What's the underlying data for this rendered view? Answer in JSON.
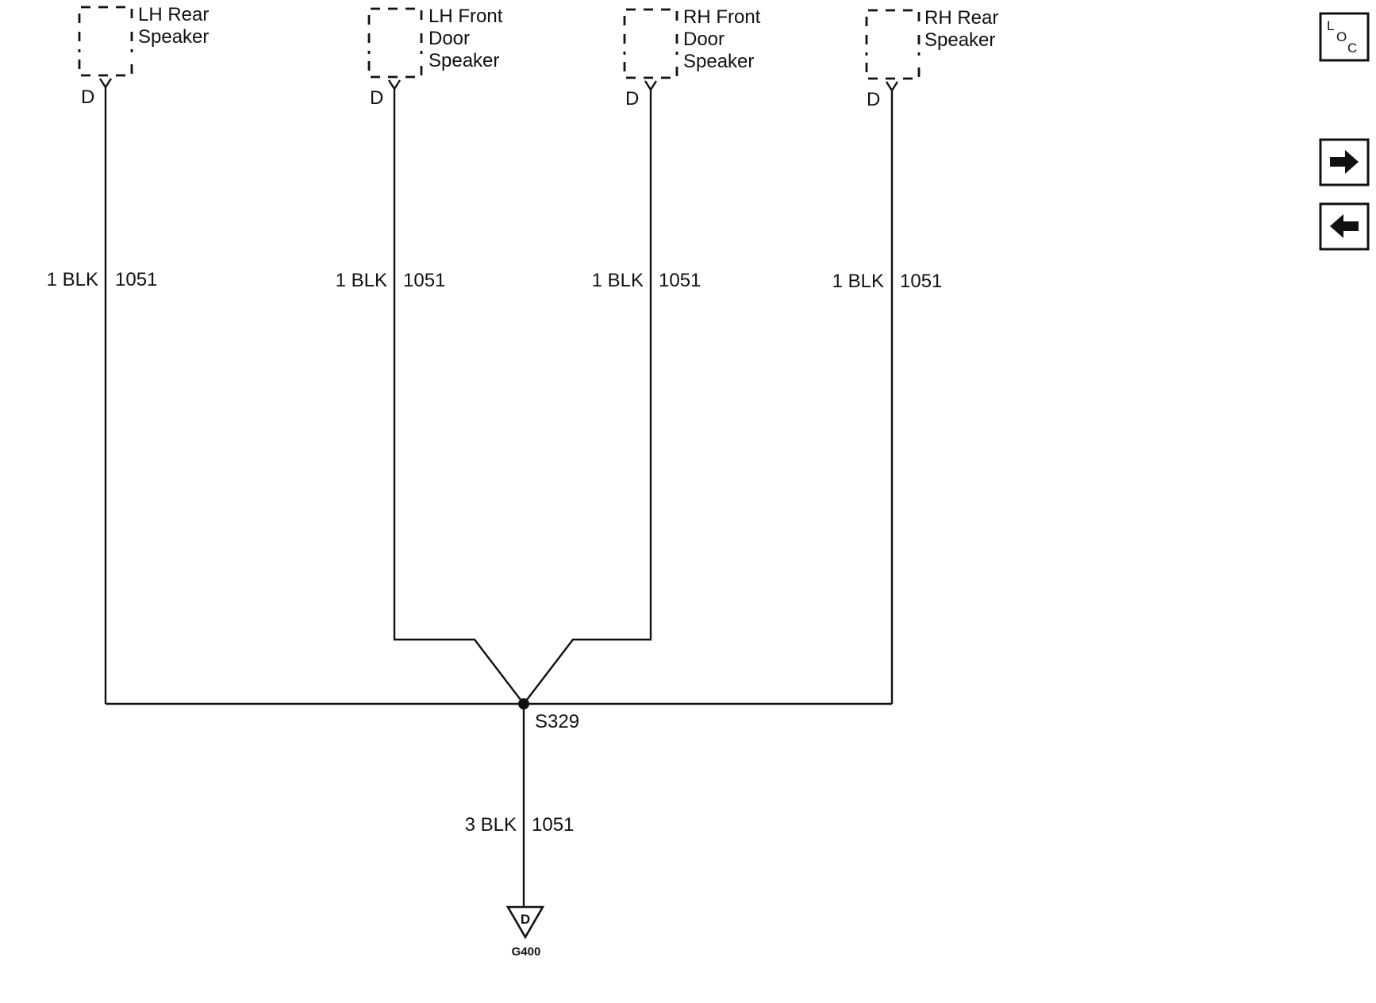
{
  "connectors": [
    {
      "name_lines": [
        "LH Rear",
        "Speaker"
      ],
      "pin": "D",
      "wire_gauge_color": "1 BLK",
      "circuit": "1051"
    },
    {
      "name_lines": [
        "LH Front",
        "Door",
        "Speaker"
      ],
      "pin": "D",
      "wire_gauge_color": "1 BLK",
      "circuit": "1051"
    },
    {
      "name_lines": [
        "RH Front",
        "Door",
        "Speaker"
      ],
      "pin": "D",
      "wire_gauge_color": "1 BLK",
      "circuit": "1051"
    },
    {
      "name_lines": [
        "RH Rear",
        "Speaker"
      ],
      "pin": "D",
      "wire_gauge_color": "1 BLK",
      "circuit": "1051"
    }
  ],
  "splice": {
    "label": "S329"
  },
  "main_wire": {
    "wire_gauge_color": "3 BLK",
    "circuit": "1051"
  },
  "ground": {
    "pin": "D",
    "label": "G400"
  },
  "nav": {
    "loc_letters": [
      "L",
      "O",
      "C"
    ],
    "forward_icon": "arrow-right-icon",
    "back_icon": "arrow-left-icon"
  }
}
